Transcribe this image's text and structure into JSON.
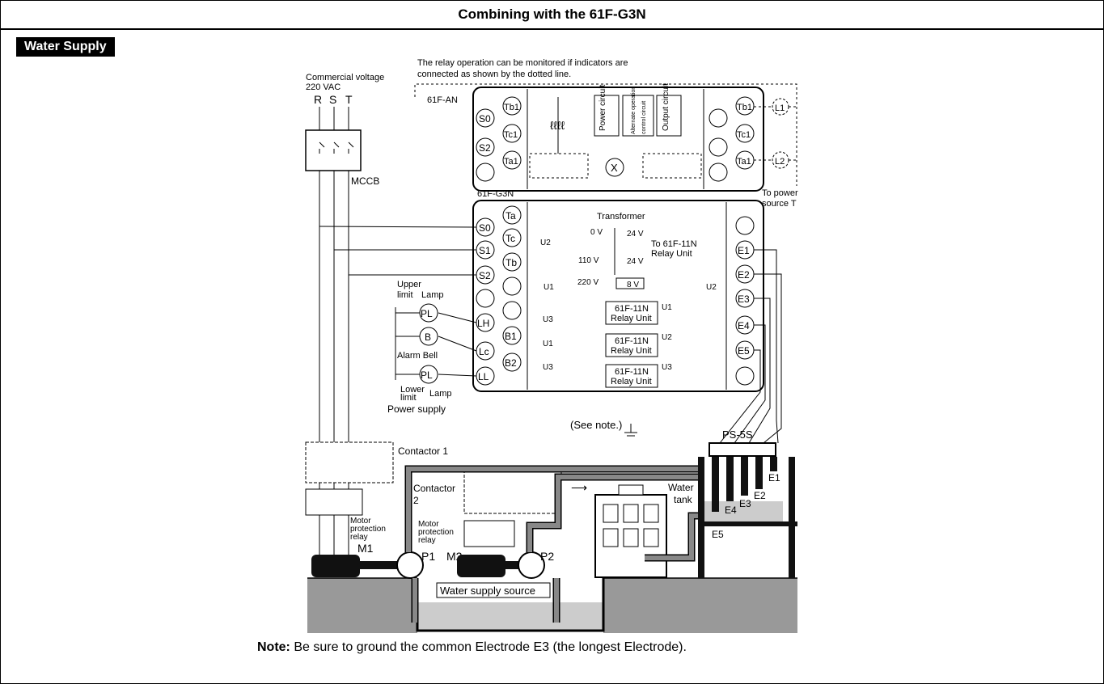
{
  "title": "Combining with the 61F-G3N",
  "section": "Water Supply",
  "labels": {
    "monitor_note_1": "The relay operation can be monitored if indicators are",
    "monitor_note_2": "connected as shown by the dotted line.",
    "commercial_voltage": "Commercial voltage",
    "vac": "220 VAC",
    "r": "R",
    "s": "S",
    "t": "T",
    "mccb": "MCCB",
    "an_unit": "61F-AN",
    "g3n_unit": "61F-G3N",
    "power_circuit": "Power circuit",
    "alt_op": "Alternate operation control circuit",
    "output_circuit": "Output circuit",
    "x": "X",
    "l1": "L1",
    "l2": "L2",
    "to_power_1": "To power",
    "to_power_2": "source T",
    "transformer": "Transformer",
    "v0": "0 V",
    "v110": "110 V",
    "v220": "220 V",
    "v24a": "24 V",
    "v24b": "24 V",
    "v8": "8 V",
    "to_relay_1": "To 61F-11N",
    "to_relay_2": "Relay Unit",
    "relay_unit_1": "61F-11N",
    "relay_unit_2": "Relay Unit",
    "u1": "U1",
    "u2": "U2",
    "u3": "U3",
    "upper_limit": "Upper",
    "limit": "limit",
    "lamp": "Lamp",
    "alarm_bell": "Alarm Bell",
    "lower": "Lower",
    "lower_limit": "limit",
    "lamp2": "Lamp",
    "power_supply": "Power supply",
    "see_note": "(See note.)",
    "ps5s": "PS-5S",
    "contactor1": "Contactor 1",
    "contactor2a": "Contactor",
    "contactor2b": "2",
    "mpr_a": "Motor",
    "mpr_b": "protection",
    "mpr_c": "relay",
    "m1": "M1",
    "m2": "M2",
    "p1": "P1",
    "p2": "P2",
    "water": "Water",
    "tank": "tank",
    "water_source": "Water supply source",
    "e1": "E1",
    "e2": "E2",
    "e3": "E3",
    "e4": "E4",
    "e5": "E5",
    "pl": "PL",
    "b": "B",
    "lh": "LH",
    "lc": "Lc",
    "ll": "LL",
    "b1": "B1",
    "b2": "B2",
    "s0": "S0",
    "s1": "S1",
    "s2": "S2",
    "ta": "Ta",
    "tb": "Tb",
    "tc": "Tc",
    "ta1": "Ta1",
    "tb1": "Tb1",
    "tc1": "Tc1"
  },
  "note_label": "Note:",
  "note_text": " Be sure to ground the common Electrode E3 (the longest Electrode).",
  "colors": {
    "ground": "#999999",
    "water": "#cccccc",
    "pipe": "#888888"
  }
}
